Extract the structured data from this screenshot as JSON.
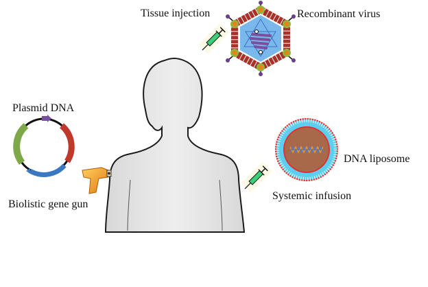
{
  "labels": {
    "tissue_injection": "Tissue injection",
    "recombinant_virus": "Recombinant virus",
    "plasmid_dna": "Plasmid DNA",
    "biolistic_gene_gun": "Biolistic gene gun",
    "dna_liposome": "DNA liposome",
    "systemic_infusion": "Systemic infusion"
  },
  "colors": {
    "body_fill": "#e6e6e6",
    "capsid_red": "#a8322a",
    "capsid_green": "#8cb83c",
    "capsid_orange": "#e8821e",
    "virus_core": "#7ab8ec",
    "dna_purple": "#7a4f9e",
    "liposome_core": "#a8684a",
    "liposome_shell": "#5ccff0",
    "liposome_heads": "#e23030",
    "plasmid_red": "#c0392b",
    "plasmid_green": "#7fa84a",
    "plasmid_blue": "#3a78c2",
    "gun_orange": "#f0a020"
  }
}
